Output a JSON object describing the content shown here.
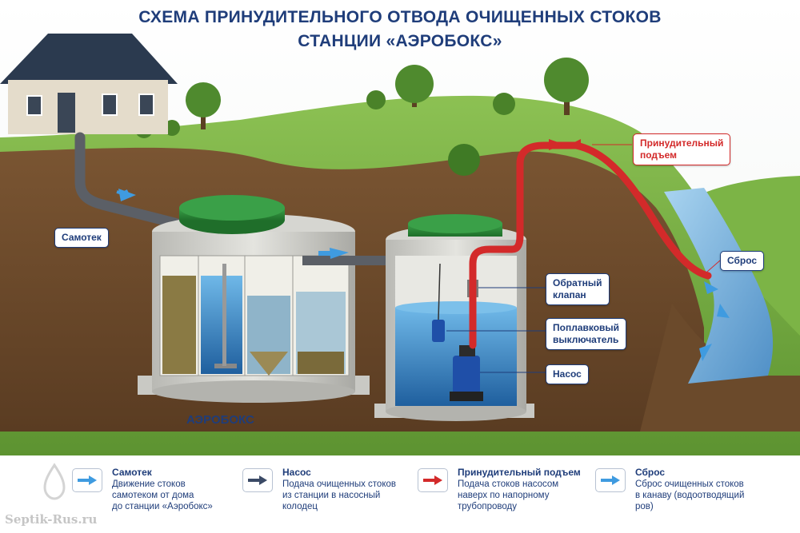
{
  "title": {
    "line1": "СХЕМА ПРИНУДИТЕЛЬНОГО ОТВОДА ОЧИЩЕННЫХ СТОКОВ",
    "line2": "СТАНЦИИ «АЭРОБОКС»"
  },
  "callouts": {
    "samotek": "Самотек",
    "forced_line1": "Принудительный",
    "forced_line2": "подъем",
    "sbros": "Сброс",
    "check_valve_line1": "Обратный",
    "check_valve_line2": "клапан",
    "float_line1": "Поплавковый",
    "float_line2": "выключатель",
    "pump": "Насос"
  },
  "station_label": "АЭРОБОКС",
  "legend": [
    {
      "title": "Самотек",
      "lines": [
        "Движение стоков",
        "самотеком от дома",
        "до станции «Аэробокс»"
      ],
      "arrow_color": "#3f9be0"
    },
    {
      "title": "Насос",
      "lines": [
        "Подача очищенных стоков",
        "из станции в насосный",
        "колодец"
      ],
      "arrow_color": "#3b4a66"
    },
    {
      "title": "Принудительный подъем",
      "lines": [
        "Подача стоков насосом",
        "наверх по напорному",
        "трубопроводу"
      ],
      "arrow_color": "#d32a2a"
    },
    {
      "title": "Сброс",
      "lines": [
        "Сброс очищенных стоков",
        "в канаву (водоотводящий",
        "ров)"
      ],
      "arrow_color": "#3f9be0"
    }
  ],
  "watermark": "Septik-Rus.ru",
  "colors": {
    "title": "#1f3d7a",
    "accent_red": "#d32a2a",
    "flow_blue": "#3f9be0",
    "lid_green": "#2e8b3a",
    "soil": "#6b4a2b",
    "grass": "#6fa83c"
  }
}
